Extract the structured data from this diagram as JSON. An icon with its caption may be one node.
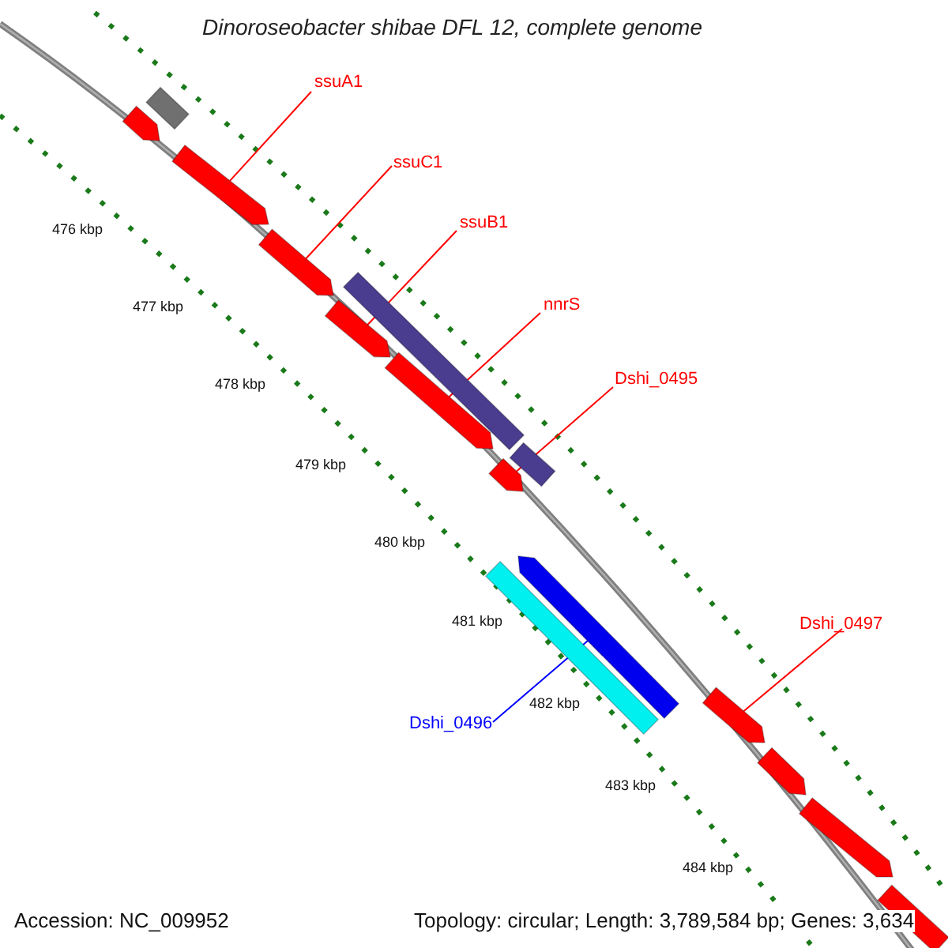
{
  "diagram": {
    "title": "Dinoroseobacter shibae DFL 12, complete genome",
    "nodes": [
      {
        "text": [
          "ssuA1"
        ]
      },
      {
        "text": [
          "ssuC1"
        ]
      },
      {
        "text": [
          "ssuB1"
        ]
      },
      {
        "text": [
          "nnrS"
        ]
      },
      {
        "text": [
          "Dshi_0495"
        ]
      },
      {
        "text": [
          "Dshi_0496"
        ]
      },
      {
        "text": [
          "Dshi_0497"
        ]
      },
      {
        "text": [],
        "shape": "bar"
      },
      {
        "text": [],
        "shape": "bar"
      },
      {
        "text": [],
        "shape": "bar"
      },
      {
        "text": [],
        "shape": "bar"
      },
      {
        "text": [],
        "shape": "bar"
      },
      {
        "text": [],
        "shape": "bar"
      },
      {
        "text": [],
        "shape": "bar"
      },
      {
        "text": [],
        "shape": "bar"
      },
      {
        "text": [],
        "shape": "bar"
      },
      {
        "text": [],
        "shape": "bar"
      },
      {
        "text": [],
        "shape": "bar"
      },
      {
        "text": [],
        "shape": "bar"
      },
      {
        "text": [],
        "shape": "bar"
      },
      {
        "text": [],
        "shape": "bar"
      },
      {
        "text": [],
        "shape": "bar"
      }
    ],
    "edges": [
      {
        "from": 0,
        "to": 9,
        "arrow": "none"
      },
      {
        "from": 1,
        "to": 10,
        "arrow": "none"
      },
      {
        "from": 2,
        "to": 12,
        "arrow": "none"
      },
      {
        "from": 3,
        "to": 13,
        "arrow": "none"
      },
      {
        "from": 4,
        "to": 15,
        "arrow": "none"
      },
      {
        "from": 5,
        "to": 16,
        "arrow": "none",
        "color": "#0000ff"
      },
      {
        "from": 6,
        "to": 18,
        "arrow": "none"
      }
    ],
    "labels": [
      "476 kbp",
      "477 kbp",
      "478 kbp",
      "479 kbp",
      "480 kbp",
      "481 kbp",
      "482 kbp",
      "483 kbp",
      "484 kbp",
      "Accession: NC_009952",
      "Topology: circular; Length: 3,789,584 bp; Genes: 3,634"
    ]
  }
}
